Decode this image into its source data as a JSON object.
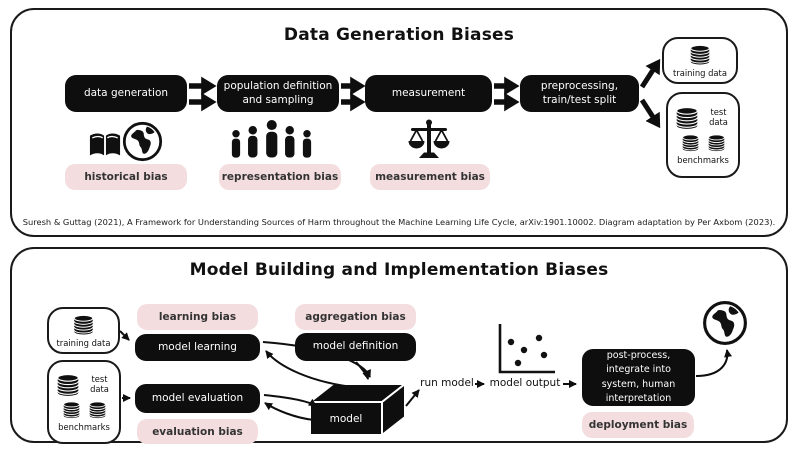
{
  "colors": {
    "badge_pink": "#f4dddf",
    "box_black": "#0e0e0e",
    "panel_border": "#1a1a1a"
  },
  "top": {
    "title": "Data Generation Biases",
    "flow": {
      "step1": "data generation",
      "step2": "population definition and sampling",
      "step3": "measurement",
      "step4": "preprocessing, train/test split"
    },
    "badge1": "historical bias",
    "badge2": "representation bias",
    "badge3": "measurement bias",
    "training_label": "training data",
    "test_label": "test data",
    "benchmarks_label": "benchmarks",
    "icons": [
      "book-icon",
      "globe-icon",
      "people-icon",
      "scales-icon",
      "database-icon"
    ],
    "citation": "Suresh & Guttag (2021), A Framework for Understanding Sources of Harm throughout the Machine Learning Life Cycle, arXiv:1901.10002. Diagram adaptation by Per Axbom (2023)."
  },
  "bottom": {
    "title": "Model Building and Implementation Biases",
    "training_label": "training data",
    "test_label": "test data",
    "benchmarks_label": "benchmarks",
    "learning_badge": "learning bias",
    "aggregation_badge": "aggregation bias",
    "evaluation_badge": "evaluation bias",
    "deployment_badge": "deployment bias",
    "model_learning": "model learning",
    "model_definition": "model definition",
    "model_evaluation": "model evaluation",
    "model": "model",
    "post_process": "post-process, integrate into system, human interpretation",
    "run_model": "run model",
    "model_output": "model output",
    "icons": [
      "database-icon",
      "scatter-plot-icon",
      "globe-icon",
      "model-cube-icon"
    ]
  }
}
